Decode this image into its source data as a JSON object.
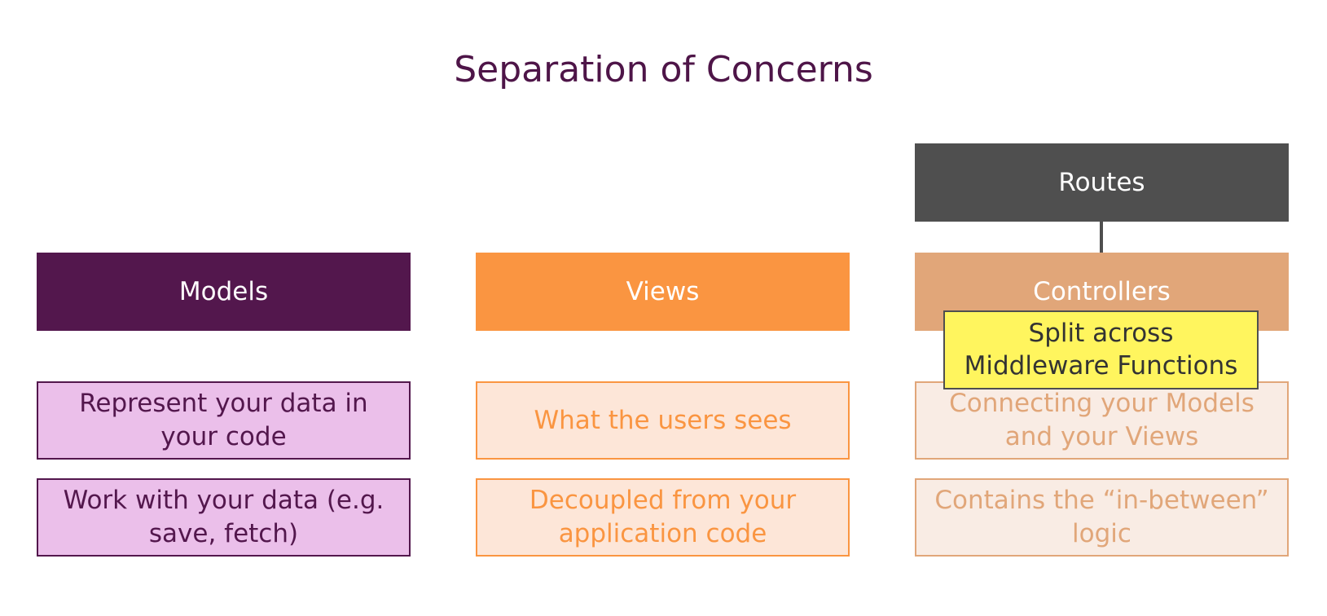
{
  "title": "Separation of Concerns",
  "routes": {
    "label": "Routes",
    "color": "#4f4f4f"
  },
  "columns": [
    {
      "header": "Models",
      "header_color": "#53174d",
      "details": [
        "Represent your data in your code",
        "Work with your data (e.g. save, fetch)"
      ]
    },
    {
      "header": "Views",
      "header_color": "#fa9541",
      "details": [
        "What the users sees",
        "Decoupled from your application code"
      ]
    },
    {
      "header": "Controllers",
      "header_color": "#e1a679",
      "details": [
        "Connecting your Models and your Views",
        "Contains the “in-between” logic"
      ]
    }
  ],
  "note": {
    "line1": "Split across",
    "line2": "Middleware Functions",
    "color": "#fff55e"
  }
}
